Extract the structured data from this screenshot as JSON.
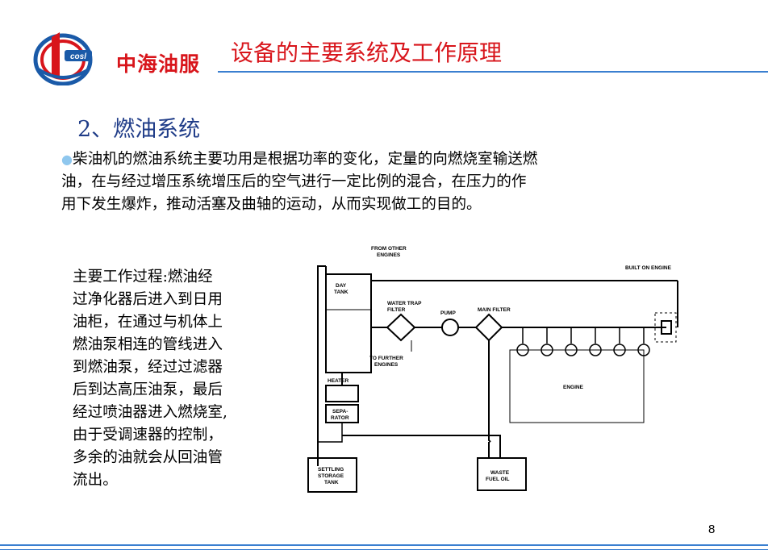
{
  "header": {
    "logo_text": "中海油服",
    "title": "设备的主要系统及工作原理"
  },
  "section": {
    "heading": "2、燃油系统",
    "bullet": "●",
    "paragraph_lines": [
      "柴油机的燃油系统主要功用是根据功率的变化，定量的向燃烧室输送燃",
      "油，在与经过增压系统增压后的空气进行一定比例的混合，在压力的作",
      "用下发生爆炸，推动活塞及曲轴的运动，从而实现做工的目的。"
    ]
  },
  "side_text_lines": [
    "主要工作过程:燃油经",
    "过净化器后进入到日用",
    "油柜，在通过与机体上",
    "燃油泵相连的管线进入",
    "到燃油泵，经过过滤器",
    "后到达高压油泵，最后",
    "经过喷油器进入燃烧室,",
    "由于受调速器的控制，",
    "多余的油就会从回油管",
    "流出。"
  ],
  "diagram": {
    "from_other_1": "FROM OTHER",
    "from_other_2": "ENGINES",
    "built_on_engine": "BUILT ON ENGINE",
    "day_tank_1": "DAY",
    "day_tank_2": "TANK",
    "water_trap_1": "WATER TRAP",
    "water_trap_2": "FILTER",
    "pump": "PUMP",
    "main_filter": "MAIN FILTER",
    "to_further_1": "TO FURTHER",
    "to_further_2": "ENGINES",
    "heater": "HEATER",
    "separator_1": "SEPA-",
    "separator_2": "RATOR",
    "engine": "ENGINE",
    "settling_1": "SETTLING",
    "settling_2": "STORAGE",
    "settling_3": "TANK",
    "waste_1": "WASTE",
    "waste_2": "FUEL OIL"
  },
  "page_number": "8",
  "colors": {
    "title_red": "#d8151b",
    "heading_blue": "#1f3c88",
    "rule_blue": "#3a7fd0",
    "bullet_blue": "#8fc7ee"
  }
}
